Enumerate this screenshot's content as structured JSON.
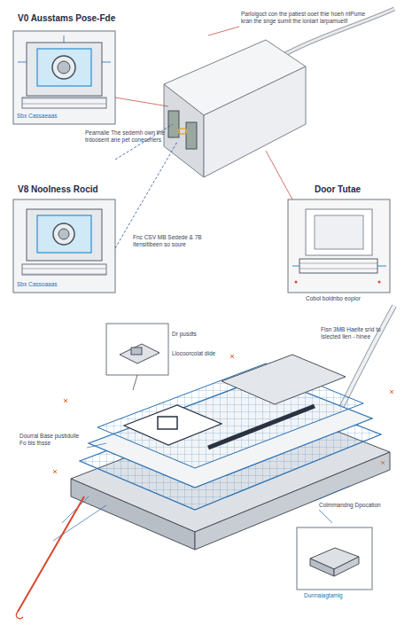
{
  "diagram": {
    "nodes": [
      {
        "text": [
          "V0 Ausstams Pose-Fde",
          "Sbx Cassaeaas"
        ]
      },
      {
        "text": [
          "V8 Noolness Rocid",
          "Sbx Cassoaaas"
        ]
      },
      {
        "text": [
          "Door Tutae",
          "Cobol boldnbo eopior"
        ]
      },
      {
        "text": [
          "Dr pusdts",
          "Llocoorcolat dide"
        ]
      },
      {
        "text": [
          "Dunnaiagtamig"
        ]
      }
    ],
    "labels": [
      "Parloigoct con the patiest ooet thie hoeh ntPume kran the snge sumit the lonlart larpamuell!",
      "Pearnalie The sedemh own the trdoosent ane pet conecerlers",
      "Fnc CSV MB Sedede & 7B Itensitibeen so soure",
      "Flsn 3MB Haelte srid to Islected llen - hinee",
      "Dourral Base pustidulle Fo bls thsse",
      "Colmmandng Dpocation"
    ]
  }
}
